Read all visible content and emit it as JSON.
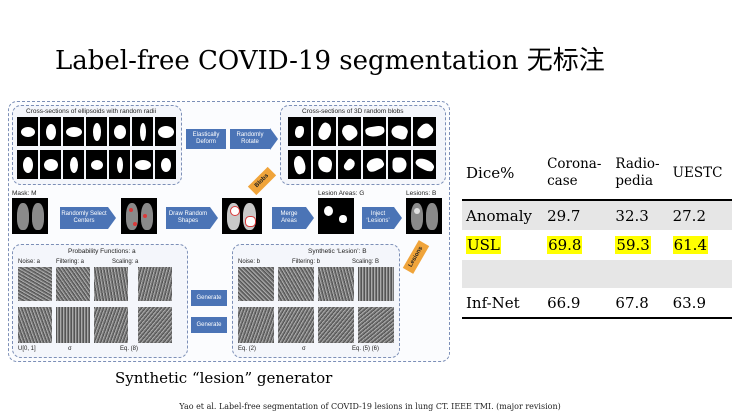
{
  "slide": {
    "title": "Label-free COVID-19 segmentation 无标注",
    "caption": "Synthetic “lesion” generator",
    "footer": "Yao et al. Label-free segmentation of COVID-19 lesions in lung CT. IEEE TMI. (major revision)"
  },
  "figure": {
    "ellipses_label": "Cross-sections of ellipsoids with random radii",
    "elastic_label": "Elastically Deform",
    "rotate_label": "Randomly Rotate",
    "blobs_label": "Cross-sections of 3D random blobs",
    "blobs_tag": "Blobs",
    "mask_label": "Mask: M",
    "select_label": "Randomly Select Centers",
    "draw_label": "Draw Random Shapes",
    "merge_label": "Merge Areas",
    "lesion_areas_label": "Lesion Areas: G",
    "inject_label": "Inject ‘Lesions’",
    "lesions_label": "Lesions: B",
    "lesions_tag": "Lesions",
    "prob_label": "Probability Functions: a",
    "noise_a_label": "Noise: a",
    "filter_a_label": "Filtering: a",
    "scaling_a_label": "Scaling: a",
    "u01_label": "U[0, 1]",
    "sigma_label": "σ",
    "eq8_label": "Eq. (8)",
    "generate1_label": "Generate",
    "generate2_label": "Generate",
    "synthetic_label": "Synthetic ‘Lesion’: B",
    "noise_b_label": "Noise: b",
    "filter_b_label": "Filtering: b",
    "scaling_b_label": "Scaling: B",
    "eq2_label": "Eq. (2)",
    "sigmab_label": "σ",
    "eq56_label": "Eq. (5) (6)"
  },
  "table": {
    "columns": [
      "Dice%",
      "Corona-\ncase",
      "Radio-\npedia",
      "UESTC"
    ],
    "rows": [
      {
        "name": "Anomaly",
        "values": [
          "29.7",
          "32.3",
          "27.2"
        ],
        "highlight": false
      },
      {
        "name": "USL",
        "values": [
          "69.8",
          "59.3",
          "61.4"
        ],
        "highlight": true
      },
      {
        "name": "",
        "values": [
          "",
          "",
          ""
        ],
        "highlight": false
      },
      {
        "name": "Inf-Net",
        "values": [
          "66.9",
          "67.8",
          "63.9"
        ],
        "highlight": false
      }
    ]
  }
}
